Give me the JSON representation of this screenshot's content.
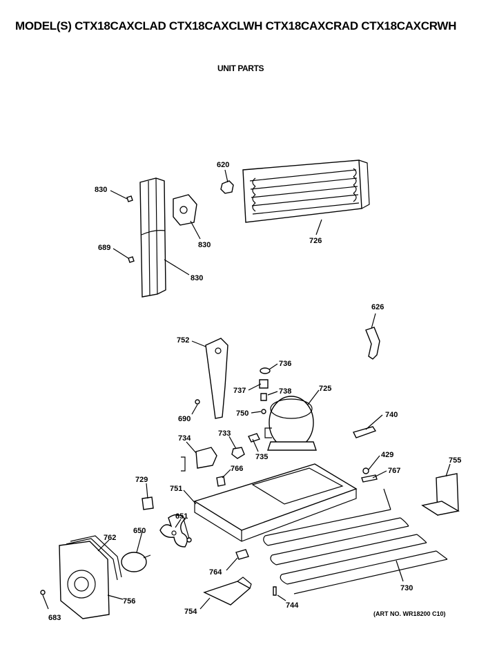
{
  "header": {
    "model_line": "MODEL(S) CTX18CAXCLAD  CTX18CAXCLWH  CTX18CAXCRAD  CTX18CAXCRWH",
    "section_title": "UNIT PARTS"
  },
  "footer": {
    "art_number": "(ART NO. WR18200 C10)"
  },
  "callouts": [
    {
      "id": "c-620",
      "label": "620"
    },
    {
      "id": "c-726",
      "label": "726"
    },
    {
      "id": "c-830a",
      "label": "830"
    },
    {
      "id": "c-830b",
      "label": "830"
    },
    {
      "id": "c-830c",
      "label": "830"
    },
    {
      "id": "c-689",
      "label": "689"
    },
    {
      "id": "c-626",
      "label": "626"
    },
    {
      "id": "c-752",
      "label": "752"
    },
    {
      "id": "c-736",
      "label": "736"
    },
    {
      "id": "c-737",
      "label": "737"
    },
    {
      "id": "c-738",
      "label": "738"
    },
    {
      "id": "c-725",
      "label": "725"
    },
    {
      "id": "c-750",
      "label": "750"
    },
    {
      "id": "c-690",
      "label": "690"
    },
    {
      "id": "c-740",
      "label": "740"
    },
    {
      "id": "c-734",
      "label": "734"
    },
    {
      "id": "c-733",
      "label": "733"
    },
    {
      "id": "c-735",
      "label": "735"
    },
    {
      "id": "c-429",
      "label": "429"
    },
    {
      "id": "c-755",
      "label": "755"
    },
    {
      "id": "c-767",
      "label": "767"
    },
    {
      "id": "c-766",
      "label": "766"
    },
    {
      "id": "c-729",
      "label": "729"
    },
    {
      "id": "c-751",
      "label": "751"
    },
    {
      "id": "c-651",
      "label": "651"
    },
    {
      "id": "c-762",
      "label": "762"
    },
    {
      "id": "c-650",
      "label": "650"
    },
    {
      "id": "c-764",
      "label": "764"
    },
    {
      "id": "c-730",
      "label": "730"
    },
    {
      "id": "c-756",
      "label": "756"
    },
    {
      "id": "c-683",
      "label": "683"
    },
    {
      "id": "c-754",
      "label": "754"
    },
    {
      "id": "c-744",
      "label": "744"
    }
  ]
}
